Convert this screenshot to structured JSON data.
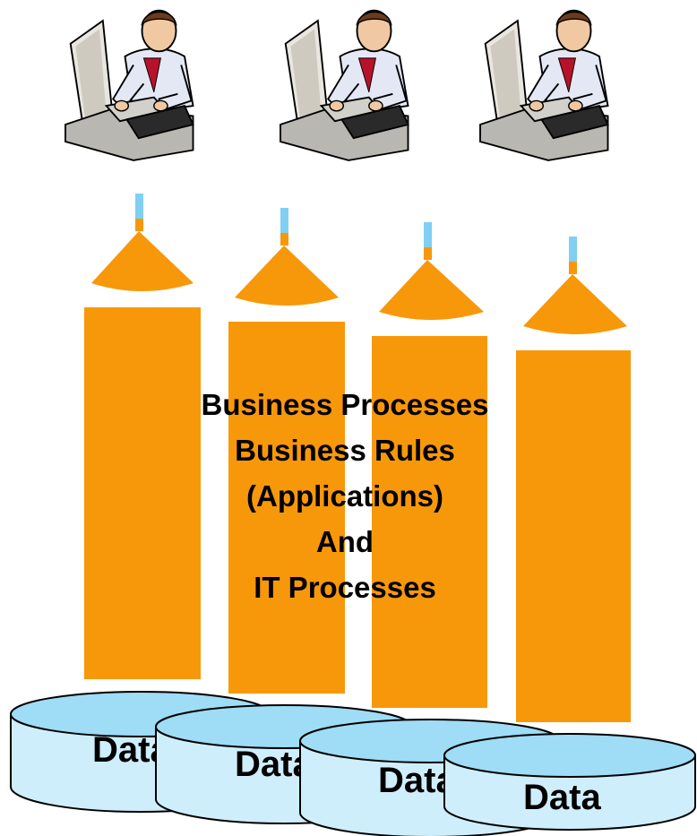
{
  "colors": {
    "column_fill": "#f7980a",
    "pipe_fill": "#7fd0f2",
    "cylinder_fill": "#cfeefb",
    "cylinder_side": "#9fdcf5",
    "outline": "#000000"
  },
  "users": [
    {
      "icon": "person-at-computer-icon"
    },
    {
      "icon": "person-at-computer-icon"
    },
    {
      "icon": "person-at-computer-icon"
    }
  ],
  "columns": [
    {
      "icon": "funnel-icon"
    },
    {
      "icon": "funnel-icon"
    },
    {
      "icon": "funnel-icon"
    },
    {
      "icon": "funnel-icon"
    }
  ],
  "center_text": {
    "line1": "Business Processes",
    "line2": "Business Rules",
    "line3": "(Applications)",
    "line4": "And",
    "line5": "IT Processes"
  },
  "databases": [
    {
      "label": "Data"
    },
    {
      "label": "Data"
    },
    {
      "label": "Data"
    },
    {
      "label": "Data"
    }
  ]
}
